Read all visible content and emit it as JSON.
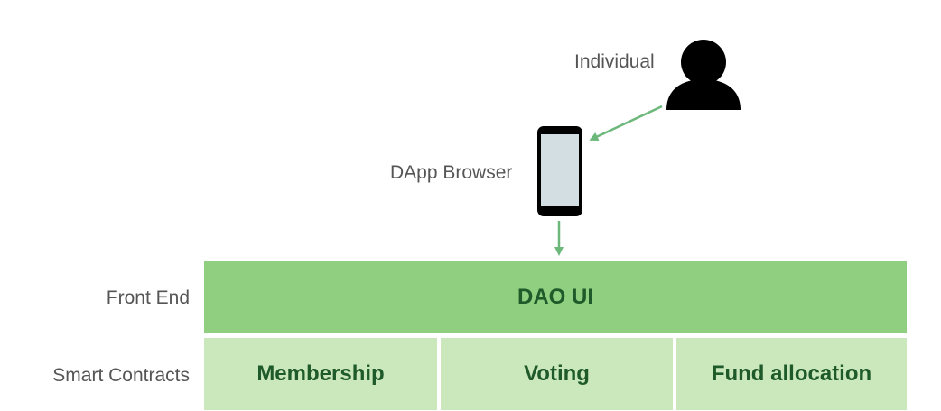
{
  "labels": {
    "individual": "Individual",
    "dapp_browser": "DApp Browser",
    "front_end": "Front End",
    "smart_contracts": "Smart Contracts"
  },
  "front_end_box": {
    "title": "DAO UI"
  },
  "contracts": [
    {
      "label": "Membership"
    },
    {
      "label": "Voting"
    },
    {
      "label": "Fund allocation"
    }
  ],
  "icons": {
    "person": "person-icon",
    "phone": "smartphone-icon"
  },
  "colors": {
    "front_end_fill": "#90cf7f",
    "contracts_fill": "#cbe8bc",
    "box_text": "#1e5a2a",
    "arrow": "#6cb77a",
    "label_text": "#555555",
    "phone_screen": "#d3dee2"
  }
}
